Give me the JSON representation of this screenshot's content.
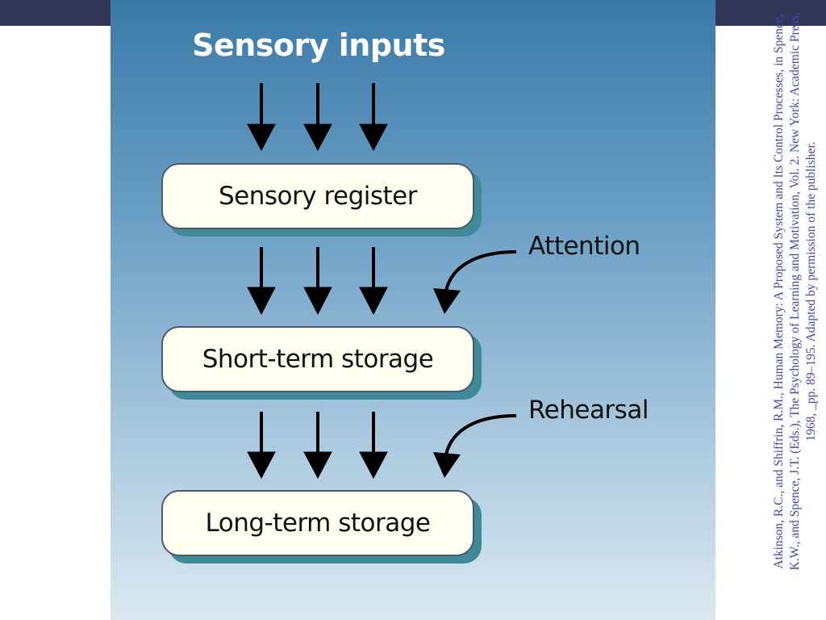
{
  "diagram": {
    "title": "Sensory inputs",
    "boxes": [
      {
        "label": "Sensory register"
      },
      {
        "label": "Short-term storage"
      },
      {
        "label": "Long-term storage"
      }
    ],
    "side_labels": {
      "attention": "Attention",
      "rehearsal": "Rehearsal"
    }
  },
  "citation": "Atkinson, R.C., and Shiffrin, R.M., Human Memory: A Proposed System and Its Control Processes, in Spence, K.W., and Spence, J.T. (Eds.), The Psychology of Learning and Motivation, Vol. 2. New York: Academic Press, 1968, _pp. 89–195. Adapted by permission of the publisher.",
  "colors": {
    "top_bar": "#343658",
    "panel_top": "#3a7aa8",
    "panel_bottom": "#dbe9f0",
    "box_fill": "#fffff0",
    "box_shadow": "#3f8a99",
    "citation_text": "#3f48b8"
  }
}
